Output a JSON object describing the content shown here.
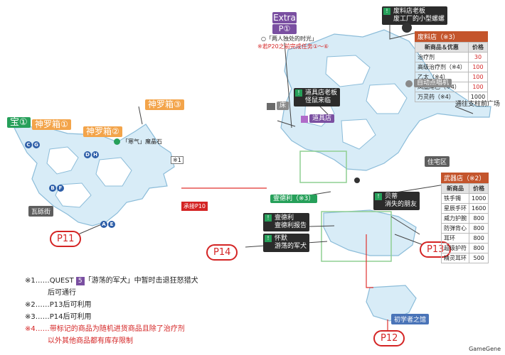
{
  "extra": {
    "title": "Extra",
    "sub": "P①",
    "note1": "○「两人独处的时光」",
    "note2": "※若P20之前完成任务①～⑥"
  },
  "treasure": "宝①",
  "kamira1": "神罗箱①",
  "kamira2": "神罗箱②",
  "kamira3": "神罗箱③",
  "gem": "「寒气」魔晶石",
  "ref1": "※1",
  "capture": "承接P10",
  "area_wa": "瓦砾街",
  "area_house": "住宅区",
  "area_beginner": "初学者之馆",
  "goto_plaza": "通往支柱前广场",
  "auto_door": "自动点唱机",
  "bed": "床",
  "item_shop": "道具店",
  "item_owner": {
    "l1": "道具店老板",
    "l2": "怪鼠来临"
  },
  "material_owner": {
    "l1": "废料店老板",
    "l2": "废工厂的小型螺螺"
  },
  "ruins_name": "壹德利（※3）",
  "ruins_quest": {
    "l1": "壹德利",
    "l2": "壹德利报告"
  },
  "wukai": {
    "l1": "怀默",
    "l2": "游荡的军犬"
  },
  "beimai": {
    "l1": "贝蒂",
    "l2": "消失的朋友"
  },
  "pages": {
    "p11": "P11",
    "p14": "P14",
    "p13": "P13",
    "p12": "P12"
  },
  "circles": {
    "cg": [
      "C",
      "G"
    ],
    "dh": [
      "D",
      "H"
    ],
    "bf": [
      "B",
      "F"
    ],
    "ae": [
      "A",
      "E"
    ]
  },
  "scrap_shop": {
    "title": "废料店（※3）",
    "headers": [
      "新商品＆优惠",
      "价格"
    ],
    "rows": [
      {
        "name": "治疗剂",
        "price": "30",
        "red": true
      },
      {
        "name": "高级治疗剂（※4）",
        "price": "100",
        "red": true
      },
      {
        "name": "乙太（※4）",
        "price": "100",
        "red": true
      },
      {
        "name": "凤凰尾巴（※4）",
        "price": "100",
        "red": true
      },
      {
        "name": "万灵药（※4）",
        "price": "1000",
        "red": false
      }
    ]
  },
  "weapon_shop": {
    "title": "武器店（※2）",
    "headers": [
      "新商品",
      "价格"
    ],
    "rows": [
      {
        "name": "铁手镯",
        "price": "1000"
      },
      {
        "name": "星辰手环",
        "price": "1600"
      },
      {
        "name": "威力护腕",
        "price": "800"
      },
      {
        "name": "防弹背心",
        "price": "800"
      },
      {
        "name": "耳环",
        "price": "800"
      },
      {
        "name": "超级护符",
        "price": "800"
      },
      {
        "name": "精灵耳环",
        "price": "500"
      }
    ]
  },
  "notes": [
    {
      "pre": "※1……QUEST ",
      "badge": "5",
      "post": "「游荡的军犬」中暂时击退狂怒猎犬",
      "red": false
    },
    {
      "pre": "后可通行",
      "indent": true,
      "red": false
    },
    {
      "pre": "※2……P13后可利用",
      "red": false
    },
    {
      "pre": "※3……P14后可利用",
      "red": false
    },
    {
      "pre": "※4……带标记的商品为随机进货商品且除了治疗剂",
      "red": true
    },
    {
      "pre": "以外其他商品都有库存限制",
      "indent": true,
      "red": true
    }
  ],
  "watermark": "GameGene",
  "colors": {
    "water": "#d8ecf7",
    "water_edge": "#8bbcd9",
    "route": "#e0322f",
    "green_box": "#8fcf92",
    "dark_line": "#444444"
  }
}
